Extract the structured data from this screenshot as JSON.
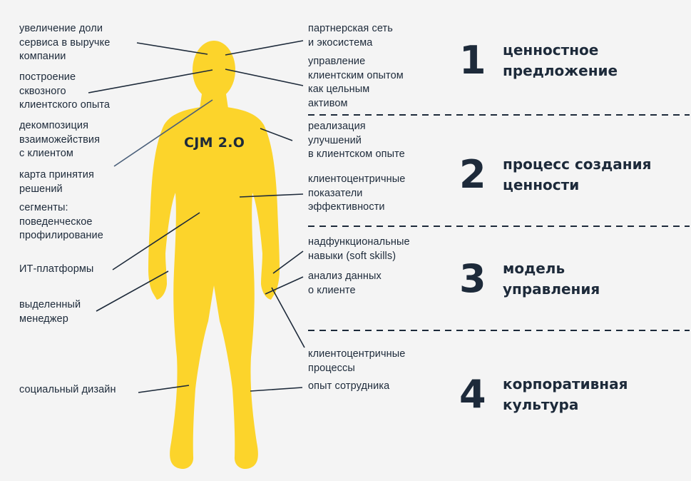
{
  "hub_label": "CJM 2.O",
  "colors": {
    "figure": "#fcd42b",
    "ink": "#1d2a3a",
    "background": "#f4f4f4",
    "accent_line": "#4a5f7a"
  },
  "left_labels": [
    "увеличение доли\nсервиса в выручке\nкомпании",
    "построение\nсквозного\nклиентского опыта",
    "декомпозиция\nвзаиможействия\nс клиентом",
    "карта принятия\nрешений",
    "сегменты:\nповеденческое\nпрофилирование",
    "ИТ-платформы",
    "выделенный\nменеджер",
    "социальный дизайн"
  ],
  "right_labels": [
    "партнерская сеть\nи экосистема",
    "управление\nклиентским опытом\nкак цельным\nактивом",
    "реализация\nулучшений\nв клиентском опыте",
    "клиентоцентричные\nпоказатели\nэффективности",
    "надфункциональные\nнавыки (soft skills)",
    "анализ данных\nо клиенте",
    "клиентоцентричные\nпроцессы",
    "опыт сотрудника"
  ],
  "sections": [
    {
      "number": "1",
      "title": "ценностное\nпредложение"
    },
    {
      "number": "2",
      "title": "процесс создания\nценности"
    },
    {
      "number": "3",
      "title": "модель\nуправления"
    },
    {
      "number": "4",
      "title": "корпоративная\nкультура"
    }
  ]
}
